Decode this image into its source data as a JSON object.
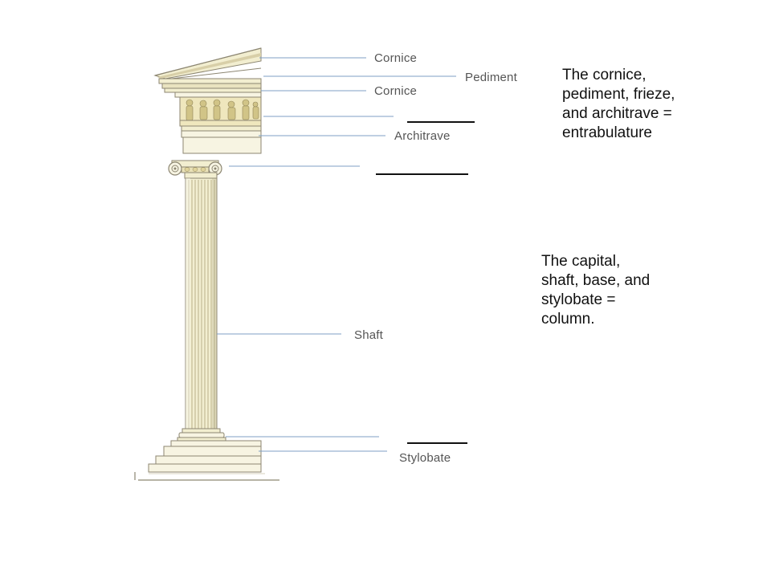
{
  "labels": {
    "cornice_top": "Cornice",
    "pediment": "Pediment",
    "cornice_bottom": "Cornice",
    "architrave": "Architrave",
    "shaft": "Shaft",
    "stylobate": "Stylobate"
  },
  "notes": {
    "entablature": [
      "The cornice,",
      "pediment, frieze,",
      "and architrave =",
      "entrabulature"
    ],
    "column": [
      "The capital,",
      "shaft, base, and",
      "stylobate =",
      "column."
    ]
  },
  "colors": {
    "leader_line": "#7f9fc4",
    "marble": "#f2eed0",
    "marble_shade": "#c9c1a0",
    "outline": "#8c8672",
    "frieze": "#e6d9a4"
  }
}
